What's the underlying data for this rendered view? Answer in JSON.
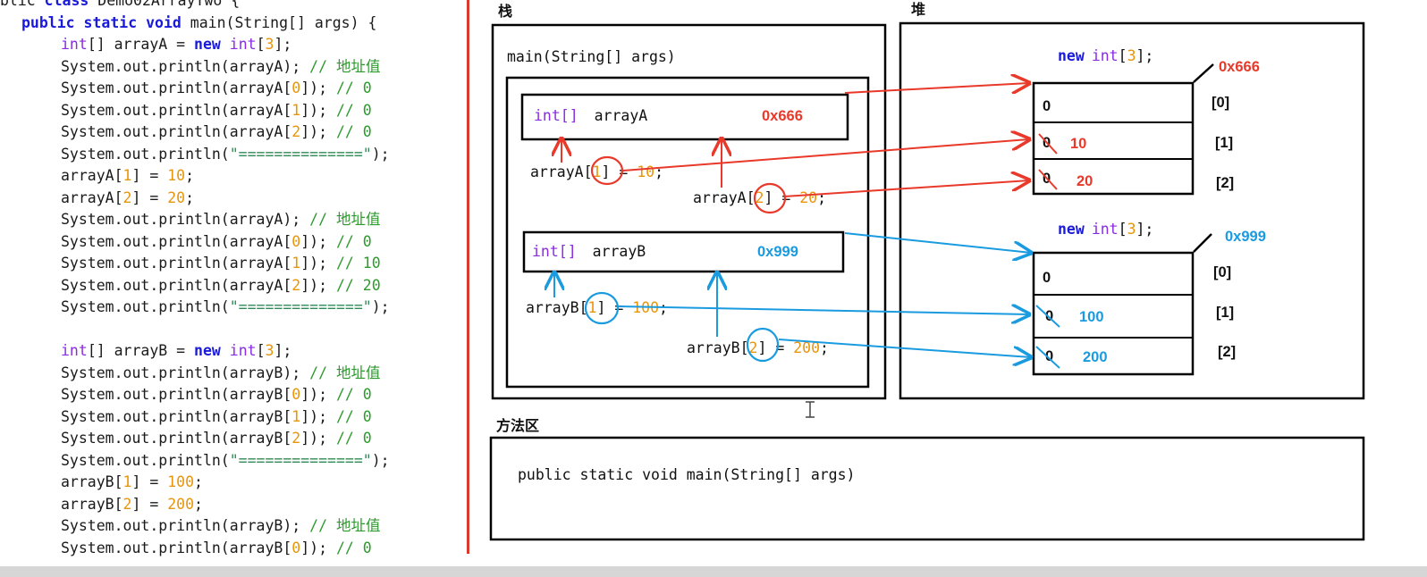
{
  "code": {
    "lines": [
      [
        "blic class Demo02ArrayTwo {",
        0
      ],
      [
        "public static void main(String[] args) {",
        1
      ],
      [
        "int[] arrayA = new int[3];",
        2
      ],
      [
        "System.out.println(arrayA); // 地址值",
        2
      ],
      [
        "System.out.println(arrayA[0]); // 0",
        2
      ],
      [
        "System.out.println(arrayA[1]); // 0",
        2
      ],
      [
        "System.out.println(arrayA[2]); // 0",
        2
      ],
      [
        "System.out.println(\"==============\");",
        2
      ],
      [
        "arrayA[1] = 10;",
        2
      ],
      [
        "arrayA[2] = 20;",
        2
      ],
      [
        "System.out.println(arrayA); // 地址值",
        2
      ],
      [
        "System.out.println(arrayA[0]); // 0",
        2
      ],
      [
        "System.out.println(arrayA[1]); // 10",
        2
      ],
      [
        "System.out.println(arrayA[2]); // 20",
        2
      ],
      [
        "System.out.println(\"==============\");",
        2
      ],
      [
        "",
        2
      ],
      [
        "int[] arrayB = new int[3];",
        2
      ],
      [
        "System.out.println(arrayB); // 地址值",
        2
      ],
      [
        "System.out.println(arrayB[0]); // 0",
        2
      ],
      [
        "System.out.println(arrayB[1]); // 0",
        2
      ],
      [
        "System.out.println(arrayB[2]); // 0",
        2
      ],
      [
        "System.out.println(\"==============\");",
        2
      ],
      [
        "arrayB[1] = 100;",
        2
      ],
      [
        "arrayB[2] = 200;",
        2
      ],
      [
        "System.out.println(arrayB); // 地址值",
        2
      ],
      [
        "System.out.println(arrayB[0]); // 0",
        2
      ]
    ]
  },
  "diagram": {
    "stack_title": "栈",
    "heap_title": "堆",
    "method_area_title": "方法区",
    "main_frame_label": "main(String[] args)",
    "method_area_signature": "public static void main(String[] args)",
    "var_a": {
      "type": "int[]",
      "name": "arrayA",
      "address": "0x666"
    },
    "var_b": {
      "type": "int[]",
      "name": "arrayB",
      "address": "0x999"
    },
    "assign_a1": {
      "prefix": "arrayA[",
      "index": "1",
      "suffix": "] = ",
      "value": "10",
      "end": ";"
    },
    "assign_a2": {
      "prefix": "arrayA[",
      "index": "2",
      "suffix": "] = ",
      "value": "20",
      "end": ";"
    },
    "assign_b1": {
      "prefix": "arrayB[",
      "index": "1",
      "suffix": "] = ",
      "value": "100",
      "end": ";"
    },
    "assign_b2": {
      "prefix": "arrayB[",
      "index": "2",
      "suffix": "] = ",
      "value": "200",
      "end": ";"
    },
    "heap_a": {
      "header_kw": "new",
      "header_type": "int",
      "header_bracket_open": "[",
      "header_size": "3",
      "header_end": "];",
      "address": "0x666",
      "cells": [
        {
          "old": "0",
          "new": "",
          "index": "[0]"
        },
        {
          "old": "0",
          "new": "10",
          "index": "[1]"
        },
        {
          "old": "0",
          "new": "20",
          "index": "[2]"
        }
      ]
    },
    "heap_b": {
      "header_kw": "new",
      "header_type": "int",
      "header_bracket_open": "[",
      "header_size": "3",
      "header_end": "];",
      "address": "0x999",
      "cells": [
        {
          "old": "0",
          "new": "",
          "index": "[0]"
        },
        {
          "old": "0",
          "new": "100",
          "index": "[1]"
        },
        {
          "old": "0",
          "new": "200",
          "index": "[2]"
        }
      ]
    },
    "colors": {
      "red": "#e8392a",
      "blue": "#1a9be0",
      "purple": "#8a2be2",
      "orange": "#e8950c",
      "keyword": "#1a1adb"
    }
  }
}
